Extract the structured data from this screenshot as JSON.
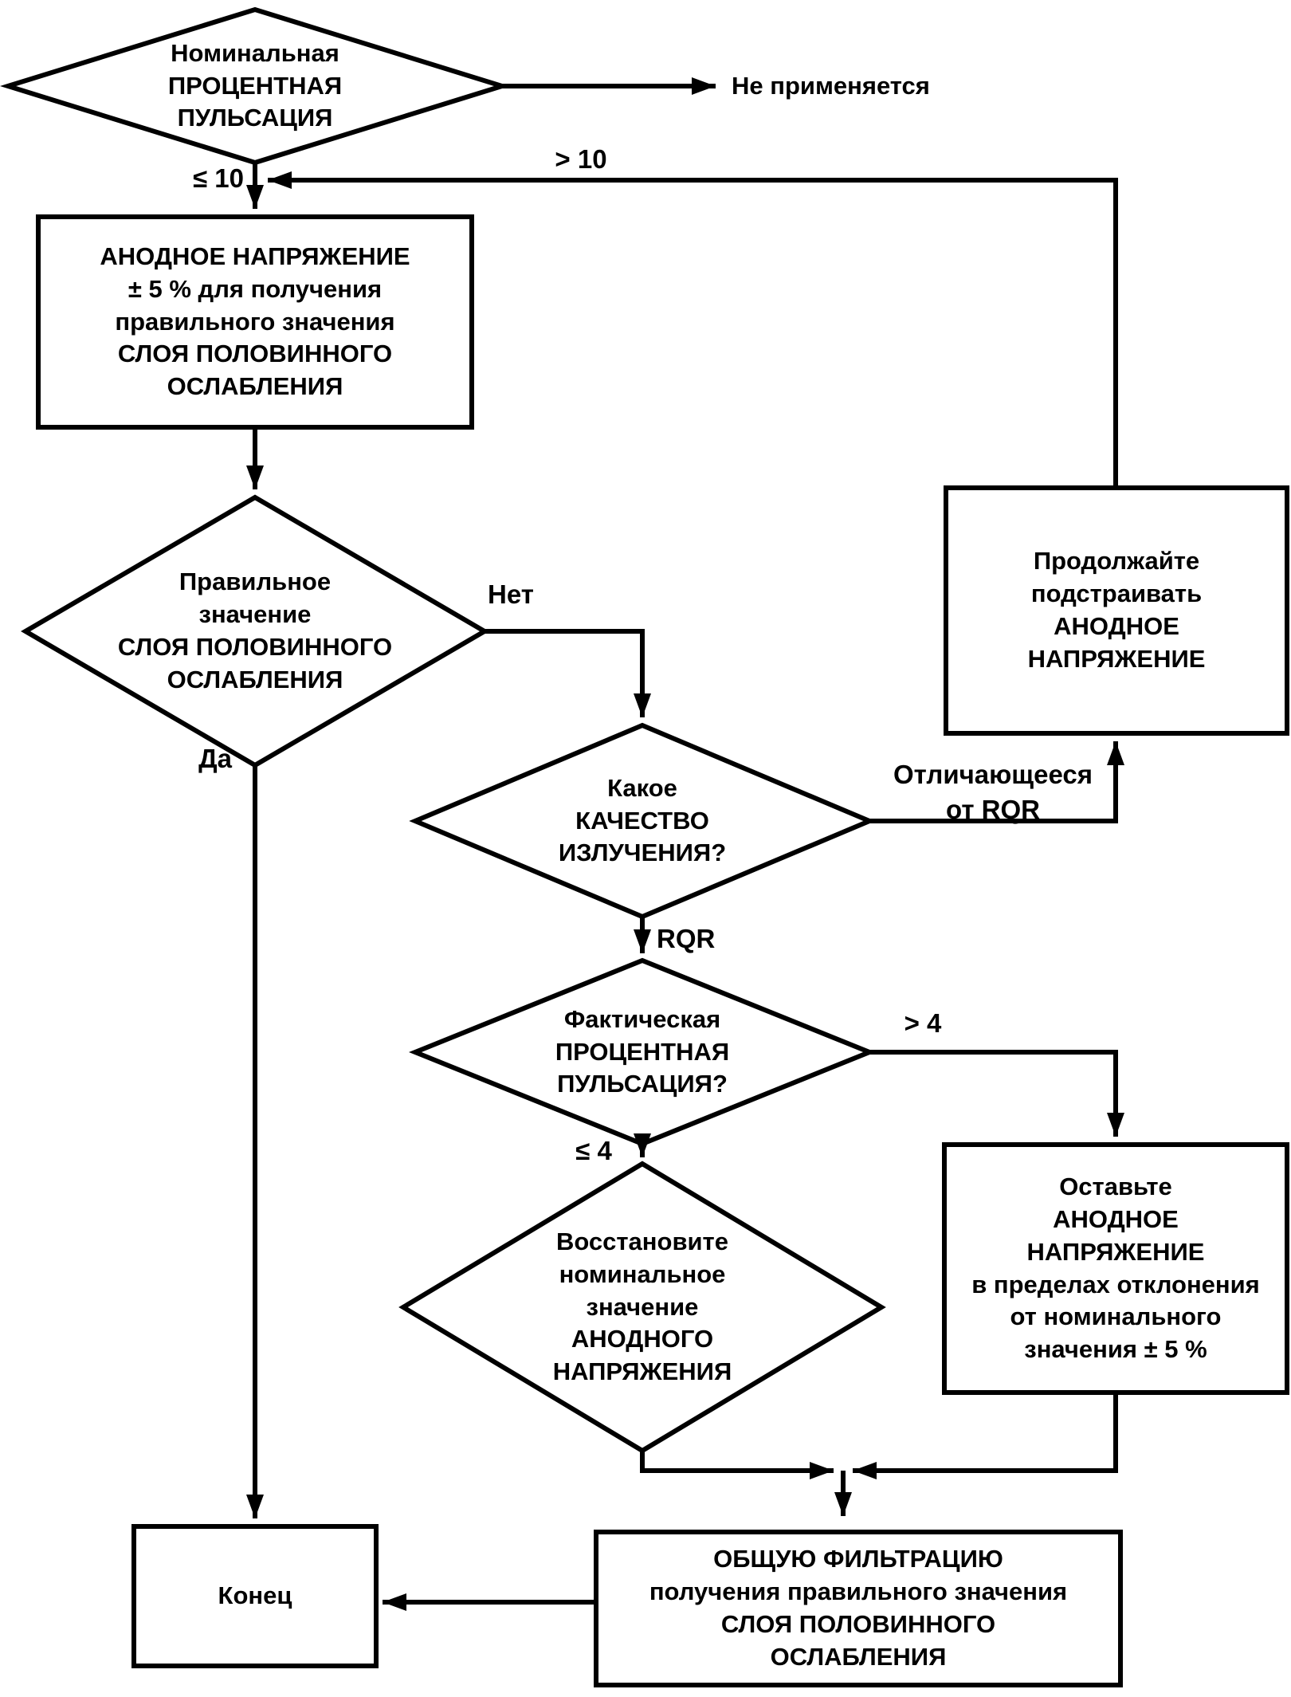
{
  "figure": {
    "kind": "flowchart",
    "language": "ru",
    "colors": {
      "line": "#000000",
      "background": "#ffffff",
      "text": "#000000"
    }
  },
  "nodes": {
    "nominal_ripple": {
      "shape": "diamond",
      "label": "Номинальная\nПРОЦЕНТНАЯ\nПУЛЬСАЦИЯ"
    },
    "not_applicable": {
      "shape": "text",
      "label": "Не применяется"
    },
    "anode_voltage_5": {
      "shape": "rect",
      "label": "АНОДНОЕ НАПРЯЖЕНИЕ\n± 5 % для получения\nправильного значения\nСЛОЯ ПОЛОВИННОГО\nОСЛАБЛЕНИЯ"
    },
    "correct_hvl": {
      "shape": "diamond",
      "label": "Правильное\nзначение\nСЛОЯ ПОЛОВИННОГО\nОСЛАБЛЕНИЯ"
    },
    "keep_adjusting": {
      "shape": "rect",
      "label": "Продолжайте\nподстраивать\nАНОДНОЕ\nНАПРЯЖЕНИЕ"
    },
    "radiation_quality": {
      "shape": "diamond",
      "label": "Какое\nКАЧЕСТВО\nИЗЛУЧЕНИЯ?"
    },
    "actual_ripple": {
      "shape": "diamond",
      "label": "Фактическая\nПРОЦЕНТНАЯ\nПУЛЬСАЦИЯ?"
    },
    "keep_anode": {
      "shape": "rect",
      "label": "Оставьте\nАНОДНОЕ\nНАПРЯЖЕНИЕ\nв пределах отклонения\nот номинального\nзначения ± 5 %"
    },
    "restore_nominal": {
      "shape": "diamond",
      "label": "Восстановите\nноминальное\nзначение\nАНОДНОГО\nНАПРЯЖЕНИЯ"
    },
    "total_filtration": {
      "shape": "rect",
      "label": "ОБЩУЮ ФИЛЬТРАЦИЮ\nполучения правильного значения\nСЛОЯ ПОЛОВИННОГО\nОСЛАБЛЕНИЯ"
    },
    "end": {
      "shape": "rect",
      "label": "Конец"
    }
  },
  "edge_labels": {
    "le10": "≤ 10",
    "gt10": "> 10",
    "no": "Нет",
    "yes": "Да",
    "rqr": "RQR",
    "not_rqr": "Отличающееся\nот RQR",
    "gt4": "> 4",
    "le4": "≤ 4"
  }
}
